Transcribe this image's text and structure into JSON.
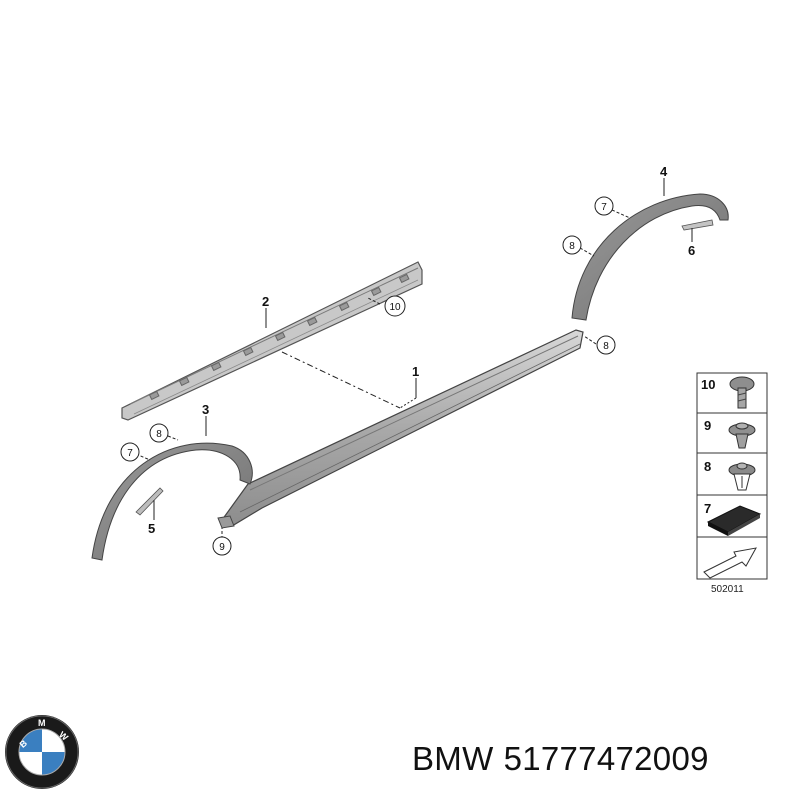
{
  "callouts": {
    "c1": "1",
    "c2": "2",
    "c3": "3",
    "c4": "4",
    "c5": "5",
    "c6": "6",
    "c7a": "7",
    "c7b": "7",
    "c8a": "8",
    "c8b": "8",
    "c8c": "8",
    "c9": "9",
    "c10": "10"
  },
  "legend": {
    "items": [
      {
        "number": "10",
        "icon": "bolt-icon"
      },
      {
        "number": "9",
        "icon": "expanding-clip-icon"
      },
      {
        "number": "8",
        "icon": "push-clip-icon"
      },
      {
        "number": "7",
        "icon": "adhesive-pad-icon"
      }
    ],
    "direction_icon": "arrow-icon",
    "reference": "502011"
  },
  "brand": {
    "logo_letters": "BMW",
    "logo_colors": {
      "blue": "#3a7fc0",
      "white": "#ffffff",
      "ring": "#1a1a1a"
    }
  },
  "caption": {
    "brand": "BMW",
    "part_number": "51777472009"
  }
}
